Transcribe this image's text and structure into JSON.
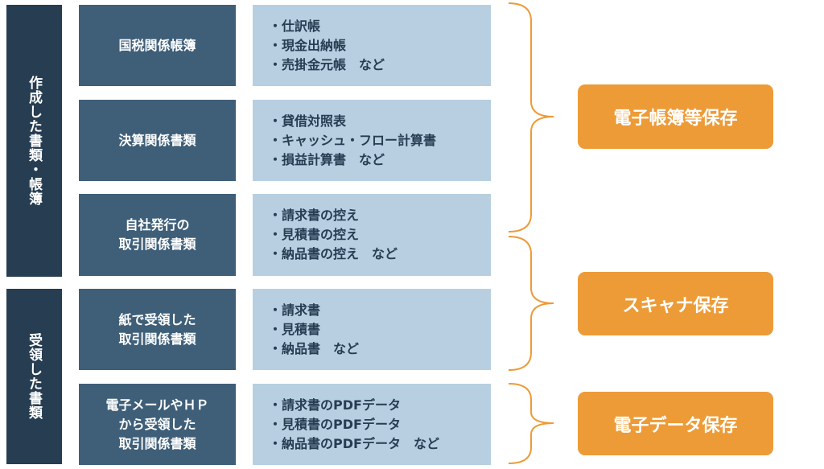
{
  "sides": {
    "created": "作成した書類・帳簿",
    "received": "受領した書類"
  },
  "categories": [
    "国税関係帳簿",
    "決算関係書類",
    "自社発行の\n取引関係書類",
    "紙で受領した\n取引関係書類",
    "電子メールやＨＰ\nから受領した\n取引関係書類"
  ],
  "examples": [
    [
      "・仕訳帳",
      "・現金出納帳",
      "・売掛金元帳　など"
    ],
    [
      "・貸借対照表",
      "・キャッシュ・フロー計算書",
      "・損益計算書　など"
    ],
    [
      "・請求書の控え",
      "・見積書の控え",
      "・納品書の控え　など"
    ],
    [
      "・請求書",
      "・見積書",
      "・納品書　など"
    ],
    [
      "・請求書のPDFデータ",
      "・見積書のPDFデータ",
      "・納品書のPDFデータ　など"
    ]
  ],
  "methods": {
    "electronic_books": "電子帳簿等保存",
    "scanner": "スキャナ保存",
    "electronic_data": "電子データ保存"
  },
  "colors": {
    "dark": "#263d52",
    "category": "#3f5f79",
    "example": "#b7cfe1",
    "accent": "#ed9b37"
  }
}
